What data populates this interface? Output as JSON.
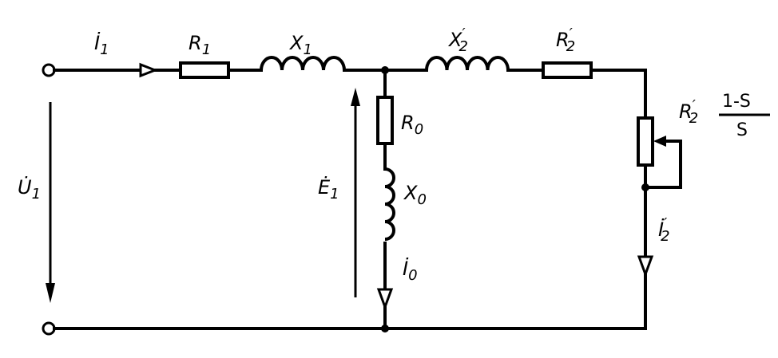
{
  "labels": {
    "I1": {
      "main": "İ",
      "sub": "1"
    },
    "R1": {
      "main": "R",
      "sub": "1"
    },
    "X1": {
      "main": "X",
      "sub": "1"
    },
    "X2p": {
      "main": "X",
      "sub": "2",
      "prime": "′"
    },
    "R2p": {
      "main": "R",
      "sub": "2",
      "prime": "′"
    },
    "R0": {
      "main": "R",
      "sub": "0"
    },
    "X0": {
      "main": "X",
      "sub": "0"
    },
    "E1": {
      "main": "Ė",
      "sub": "1"
    },
    "U1": {
      "main": "U̇",
      "sub": "1"
    },
    "I0": {
      "main": "İ",
      "sub": "0"
    },
    "I2p": {
      "main": "İ",
      "sub": "2",
      "prime": "′"
    },
    "load": {
      "main": "R",
      "sub": "2",
      "prime": "′",
      "numerator": "1-S",
      "denominator": "S"
    }
  }
}
